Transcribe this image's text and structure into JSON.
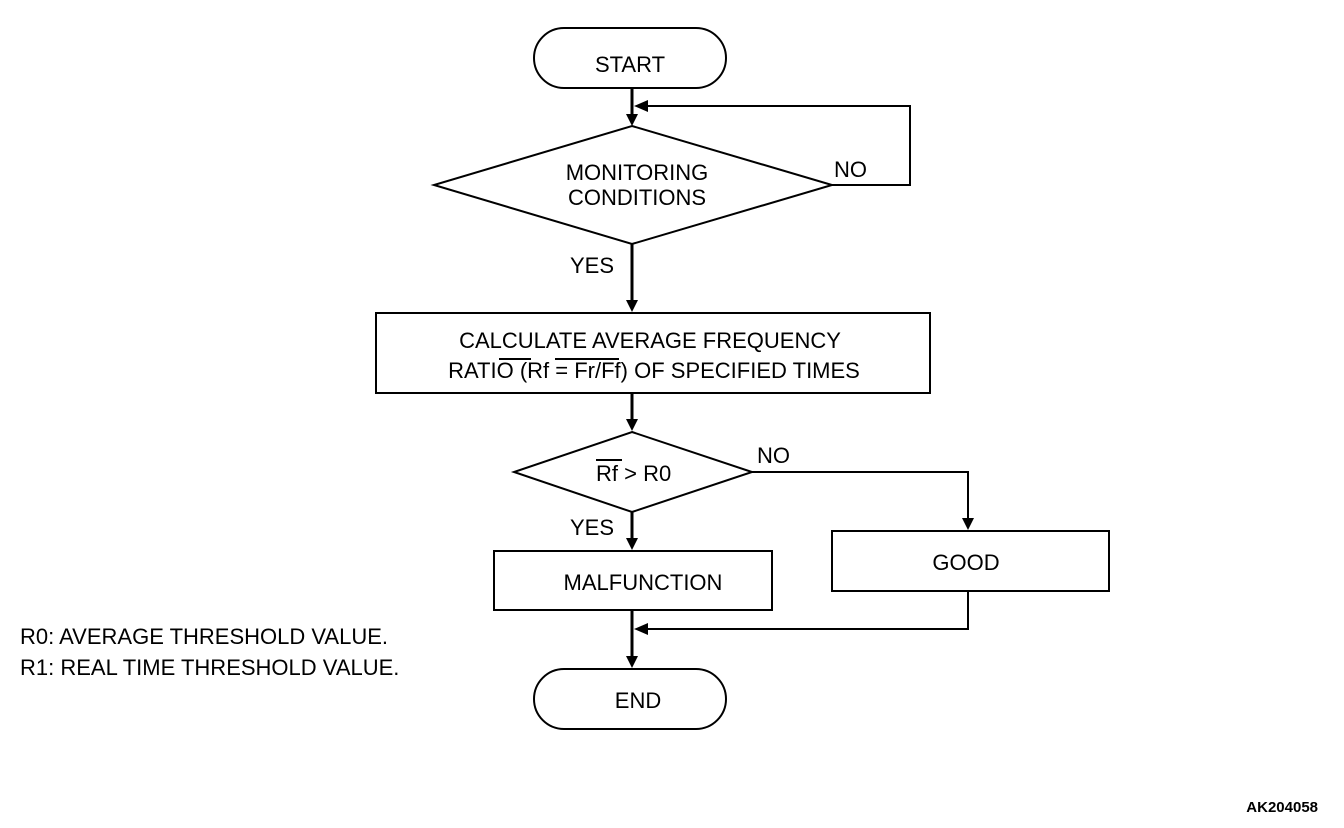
{
  "start": {
    "label": "START"
  },
  "monitoring": {
    "line1": "MONITORING",
    "line2": "CONDITIONS",
    "yes_label": "YES",
    "no_label": "NO"
  },
  "calculate": {
    "line1": "CALCULATE AVERAGE FREQUENCY",
    "line2_prefix": "RATIO ",
    "line2_formula": "(Rf = Fr/Ff)",
    "line2_suffix": " OF SPECIFIED TIMES"
  },
  "compare": {
    "var": "Rf",
    "rest": " > R0",
    "yes_label": "YES",
    "no_label": "NO"
  },
  "malfunction": {
    "label": "MALFUNCTION"
  },
  "good": {
    "label": "GOOD"
  },
  "end": {
    "label": "END"
  },
  "legend": {
    "r0": "R0: AVERAGE THRESHOLD VALUE.",
    "r1": "R1: REAL TIME THRESHOLD VALUE."
  },
  "figure_code": "AK204058"
}
